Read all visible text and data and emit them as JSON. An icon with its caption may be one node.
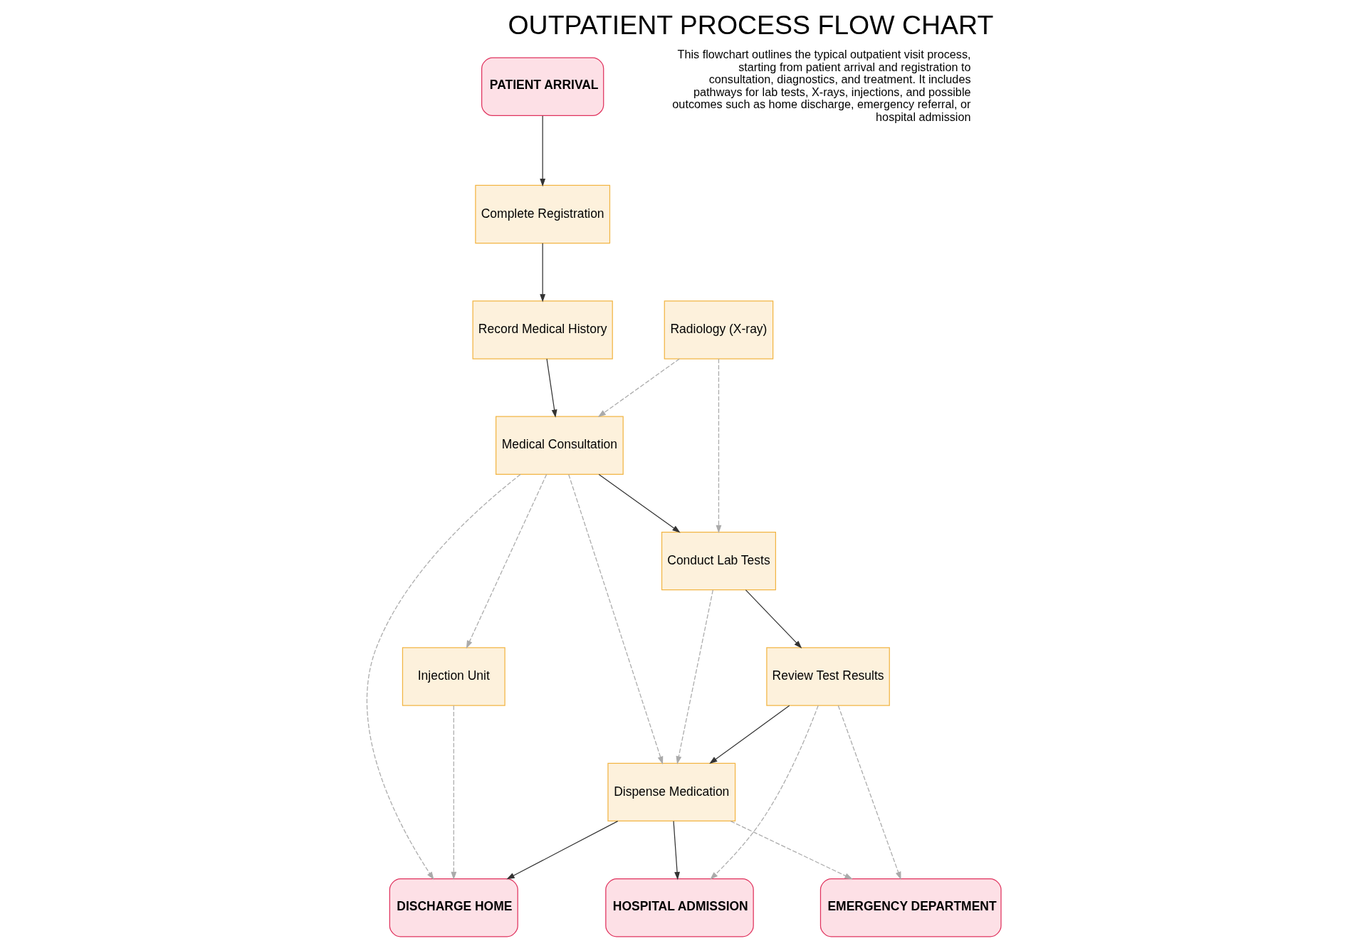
{
  "diagram": {
    "title": "OUTPATIENT PROCESS FLOW CHART",
    "nodes": [
      {
        "text": [
          "PATIENT ARRIVAL"
        ]
      },
      {
        "text": [
          "Complete Registration"
        ]
      },
      {
        "text": [
          "Record Medical History"
        ]
      },
      {
        "text": [
          "Medical Consultation"
        ]
      },
      {
        "text": [
          "Injection Unit"
        ]
      },
      {
        "text": [
          "Radiology (X-ray)"
        ]
      },
      {
        "text": [
          "Conduct Lab Tests"
        ]
      },
      {
        "text": [
          "DISCHARGE HOME"
        ]
      },
      {
        "text": [
          "Dispense Medication"
        ]
      },
      {
        "text": [
          "EMERGENCY DEPARTMENT"
        ]
      },
      {
        "text": [
          "Review Test Results"
        ]
      },
      {
        "text": [
          "HOSPITAL ADMISSION"
        ]
      }
    ],
    "edges": [
      {
        "from": 0,
        "to": 1,
        "arrow": "to",
        "color": "#333333"
      },
      {
        "from": 1,
        "to": 2,
        "arrow": "to",
        "color": "#333333"
      },
      {
        "from": 2,
        "to": 3,
        "arrow": "to",
        "color": "#333333"
      },
      {
        "from": 3,
        "to": 6,
        "arrow": "to",
        "color": "#333333"
      },
      {
        "from": 6,
        "to": 10,
        "arrow": "to",
        "color": "#333333"
      },
      {
        "from": 5,
        "to": 3,
        "arrow": "to",
        "style": "dashed"
      },
      {
        "from": 5,
        "to": 6,
        "arrow": "to",
        "style": "dashed"
      },
      {
        "from": 3,
        "to": 4,
        "arrow": "to",
        "style": "dashed"
      },
      {
        "from": 3,
        "to": 7,
        "arrow": "to",
        "style": "dashed"
      },
      {
        "from": 3,
        "to": 8,
        "arrow": "to",
        "style": "dashed"
      },
      {
        "from": 4,
        "to": 7,
        "arrow": "to",
        "style": "dashed"
      },
      {
        "from": 6,
        "to": 8,
        "arrow": "to",
        "style": "dashed"
      },
      {
        "from": 8,
        "to": 7,
        "arrow": "to",
        "color": "#333333"
      },
      {
        "from": 8,
        "to": 9,
        "arrow": "to",
        "style": "dashed"
      },
      {
        "from": 8,
        "to": 11,
        "arrow": "to",
        "color": "#333333"
      },
      {
        "from": 10,
        "to": 8,
        "arrow": "to",
        "color": "#333333"
      },
      {
        "from": 10,
        "to": 9,
        "arrow": "to",
        "style": "dashed"
      },
      {
        "from": 10,
        "to": 11,
        "arrow": "to",
        "style": "dashed"
      }
    ],
    "labels": [
      "This flowchart outlines the typical outpatient visit process, starting from patient arrival and registration to consultation, diagnostics, and treatment. It includes pathways for lab tests, X-rays, injections, and possible outcomes such as home discharge, emergency referral, or hospital admission"
    ]
  }
}
